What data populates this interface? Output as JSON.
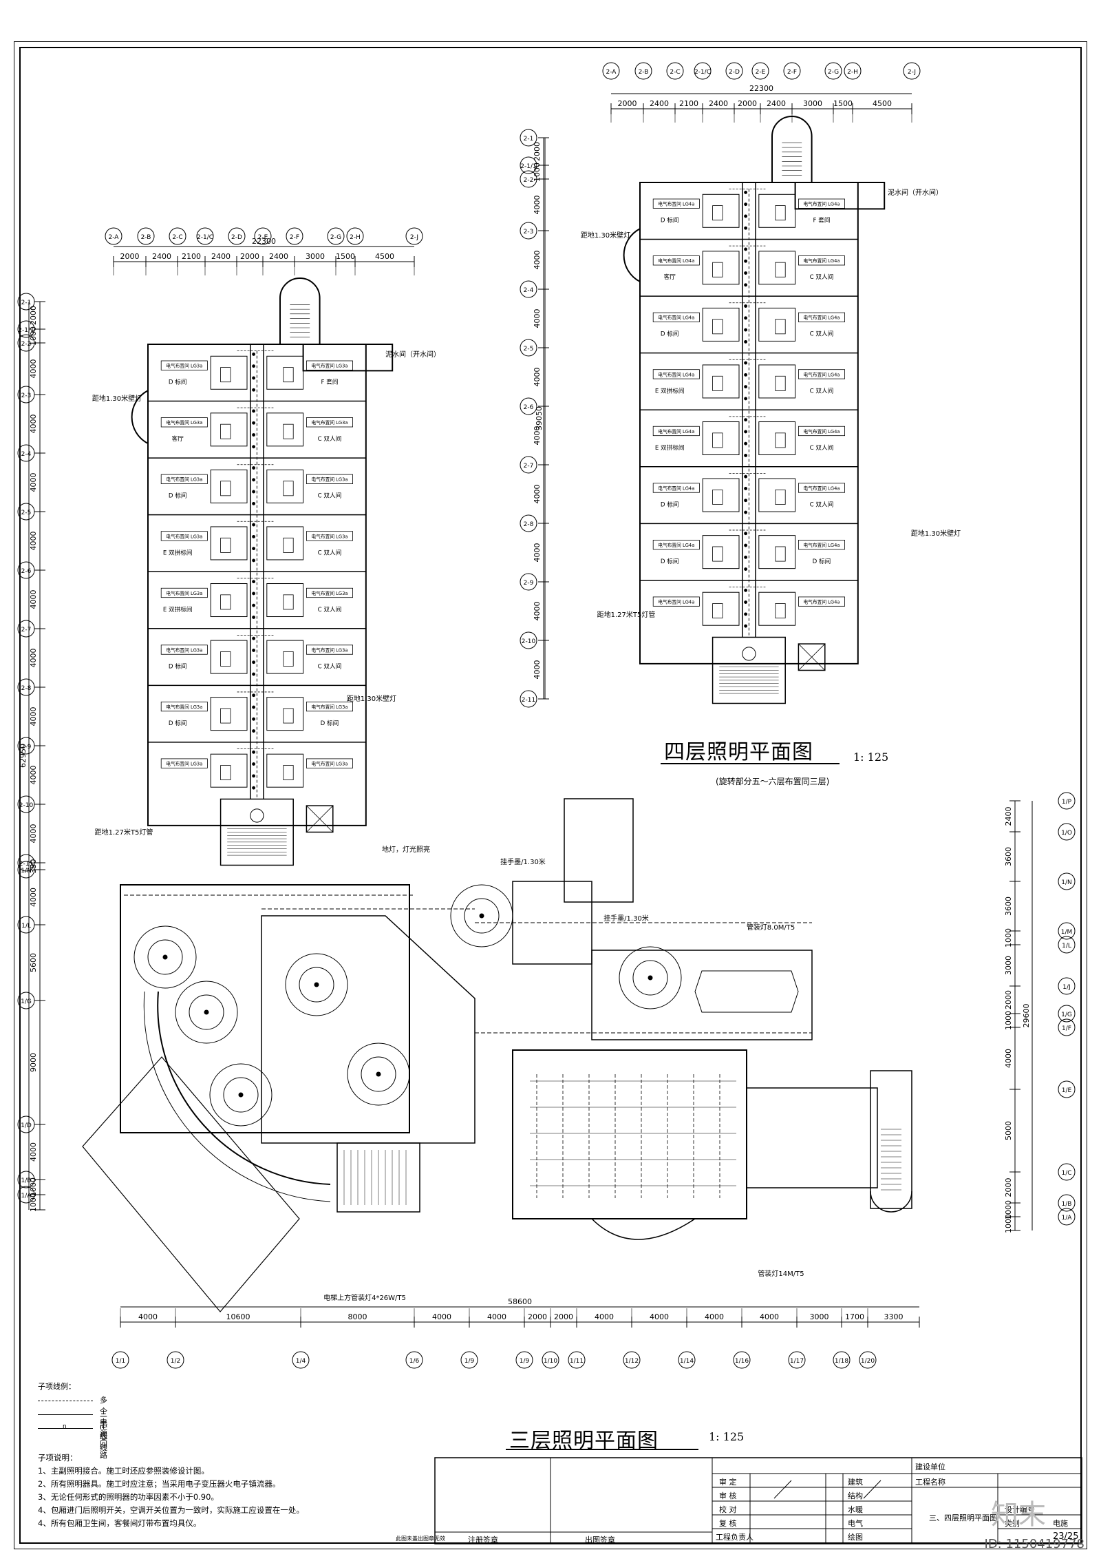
{
  "plan_3": {
    "title": "三层照明平面图",
    "scale": "1: 125",
    "top_axes": [
      "2-A",
      "2-B",
      "2-C",
      "2-1/C",
      "2-D",
      "2-E",
      "2-F",
      "2-G",
      "2-H",
      "2-J"
    ],
    "top_dims": [
      "2000",
      "2400",
      "2100",
      "2400",
      "2000",
      "2400",
      "3000",
      "1500",
      "4500"
    ],
    "top_total": "22300",
    "left_axes": [
      "2-1",
      "2-1/1",
      "2-2",
      "2-3",
      "2-4",
      "2-5",
      "2-6",
      "2-7",
      "2-8",
      "2-9",
      "2-10",
      "2-11",
      "1/N",
      "1/L",
      "1/G",
      "1/D",
      "1/B",
      "1/A"
    ],
    "left_dims": [
      "2000",
      "1000",
      "4000",
      "4000",
      "4000",
      "4000",
      "4000",
      "4000",
      "4000",
      "4000",
      "4000",
      "350",
      "4000",
      "5600",
      "9000",
      "4000",
      "1000",
      "1000"
    ],
    "left_total": "62950",
    "bottom_axes": [
      "1/1",
      "1/2",
      "1/4",
      "1/6",
      "1/9",
      "1/9",
      "1/10",
      "1/11",
      "1/12",
      "1/14",
      "1/16",
      "1/17",
      "1/18",
      "1/20"
    ],
    "bottom_dims": [
      "4000",
      "10600",
      "8000",
      "4000",
      "4000",
      "2000",
      "2000",
      "4000",
      "4000",
      "4000",
      "4000",
      "3000",
      "1700",
      "3300"
    ],
    "bottom_total": "58600",
    "right_axes": [
      "1/P",
      "1/O",
      "1/N",
      "1/M",
      "1/L",
      "1/J",
      "1/G",
      "1/F",
      "1/E",
      "1/C",
      "1/B",
      "1/A"
    ],
    "right_dims": [
      "2400",
      "3600",
      "3600",
      "1000",
      "3000",
      "2000",
      "1000",
      "4000",
      "5000",
      "2000",
      "1000",
      "1000"
    ],
    "right_total": "29600",
    "notes": [
      "距地1.30米壁灯",
      "距地1.27米T5灯管",
      "距地1.30米壁灯",
      "地灯，灯光照亮",
      "挂手墨/1.30米",
      "挂手墨/1.30米",
      "管装灯8.0M/T5",
      "电梯上方管装灯4*26W/T5",
      "管装灯14M/T5",
      "泥水间（开水间）"
    ],
    "rooms": [
      "D 标间",
      "F 套间",
      "客厅",
      "C 双人间",
      "D 标间",
      "C 双人间",
      "E 双拼标间",
      "C 双人间",
      "E 双拼标间",
      "C 双人间",
      "D 标间",
      "C 双人间",
      "D 标间",
      "D 标间"
    ],
    "panel_label": "电气布置间 LG3a"
  },
  "plan_4": {
    "title": "四层照明平面图",
    "scale": "1: 125",
    "subtitle": "(旋转部分五～六层布置同三层)",
    "top_axes": [
      "2-A",
      "2-B",
      "2-C",
      "2-1/C",
      "2-D",
      "2-E",
      "2-F",
      "2-G",
      "2-H",
      "2-J"
    ],
    "top_dims": [
      "2000",
      "2400",
      "2100",
      "2400",
      "2000",
      "2400",
      "3000",
      "1500",
      "4500"
    ],
    "top_total": "22300",
    "left_axes": [
      "2-1",
      "2-1/1",
      "2-2",
      "2-3",
      "2-4",
      "2-5",
      "2-6",
      "2-7",
      "2-8",
      "2-9",
      "2-10",
      "2-11"
    ],
    "left_dims": [
      "2000",
      "1000",
      "4000",
      "4000",
      "4000",
      "4000",
      "4000",
      "4000",
      "4000",
      "4000",
      "4000"
    ],
    "left_total": "39050",
    "notes": [
      "距地1.30米壁灯",
      "距地1.30米壁灯",
      "距地1.27米T5灯管",
      "泥水间（开水间）"
    ],
    "rooms": [
      "D 标间",
      "F 套间",
      "客厅",
      "C 双人间",
      "D 标间",
      "C 双人间",
      "E 双拼标间",
      "C 双人间",
      "E 双拼标间",
      "C 双人间",
      "D 标间",
      "C 双人间",
      "D 标间",
      "D 标间"
    ],
    "panel_label": "电气布置间 LG4a"
  },
  "legend": {
    "title": "子项线例：",
    "items": [
      "多个电源回路",
      "三芯线",
      "n芯线"
    ]
  },
  "explanations": {
    "title": "子项说明：",
    "items": [
      "1、主副照明接合。施工时还应参照装修设计图。",
      "2、所有照明器具。施工时应注意；当采用电子变压器火电子镇流器。",
      "3、无论任何形式的照明器的功率因素不小于0.90。",
      "4、包厢进门后照明开关，空调开关位置为一致时，实际施工应设置在一处。",
      "4、所有包厢卫生间，客餐间灯带布置均具仪。"
    ]
  },
  "title_block": {
    "design_unit": "建设单位",
    "project_name": "工程名称",
    "drawing_name": "三、四层照明平面图",
    "rows": [
      "审  定",
      "审  核",
      "校  对",
      "复  核",
      "工程负责人"
    ],
    "disciplines": [
      "建筑",
      "结构",
      "水暖",
      "电气",
      "绘图"
    ],
    "design_no": "设计编号",
    "category": "类别",
    "category_val": "电施",
    "sheet": "23/25",
    "sign_label": "注册签章",
    "stamp_label": "出图签章",
    "small_print": "此图未盖出图章无效"
  },
  "watermark_id": "ID: 1150419778",
  "logo": "知末"
}
